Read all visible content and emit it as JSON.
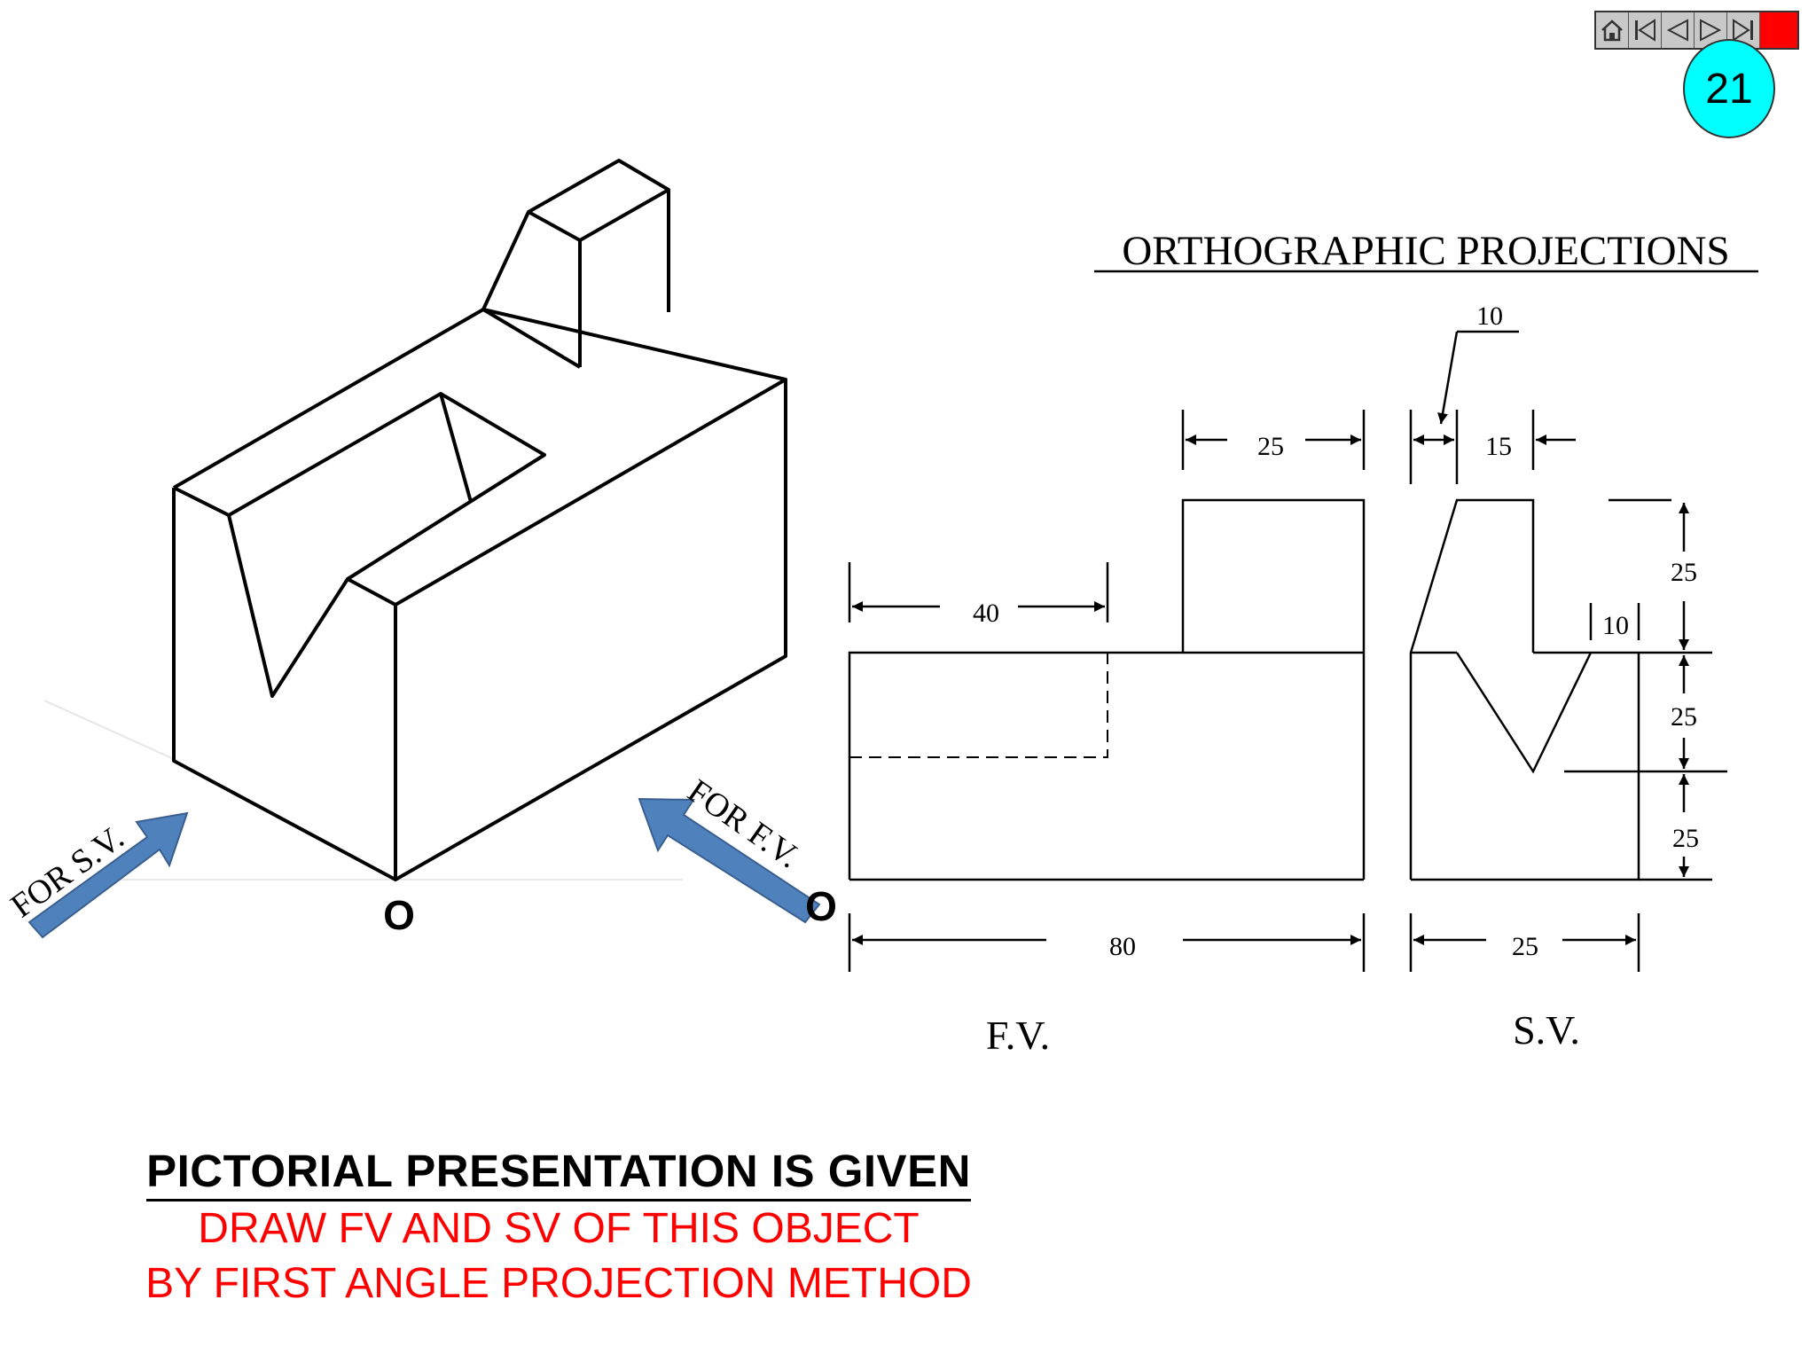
{
  "nav": {
    "buttons": [
      {
        "name": "home-button",
        "icon": "home-icon"
      },
      {
        "name": "first-slide-button",
        "icon": "skip-first-icon"
      },
      {
        "name": "previous-slide-button",
        "icon": "triangle-left-icon"
      },
      {
        "name": "next-slide-button",
        "icon": "triangle-right-icon"
      },
      {
        "name": "last-slide-button",
        "icon": "skip-last-icon"
      },
      {
        "name": "end-show-button",
        "icon": "red-square-icon",
        "color": "#ff0000"
      }
    ]
  },
  "slide_number": "21",
  "pictorial": {
    "label_sv": "FOR S.V.",
    "label_fv": "FOR F.V.",
    "origin_left": "O",
    "origin_right": "O",
    "arrow_color": "#4f81bd"
  },
  "ortho": {
    "title": "ORTHOGRAPHIC PROJECTIONS",
    "fv": {
      "label": "F.V.",
      "dim_top": "25",
      "dim_slot": "40",
      "dim_length": "80"
    },
    "sv": {
      "label": "S.V.",
      "dim_leader": "10",
      "dim_top": "15",
      "dim_vee_offset": "10",
      "dim_width": "25",
      "dim_h1": "25",
      "dim_h2": "25",
      "dim_h3": "25"
    }
  },
  "footer": {
    "heading": "PICTORIAL PRESENTATION IS GIVEN",
    "line1": "DRAW FV AND SV OF THIS OBJECT",
    "line2": "BY FIRST ANGLE PROJECTION METHOD"
  },
  "colors": {
    "instruction_text": "#ff0000",
    "slide_number_bg": "#00ffff"
  }
}
